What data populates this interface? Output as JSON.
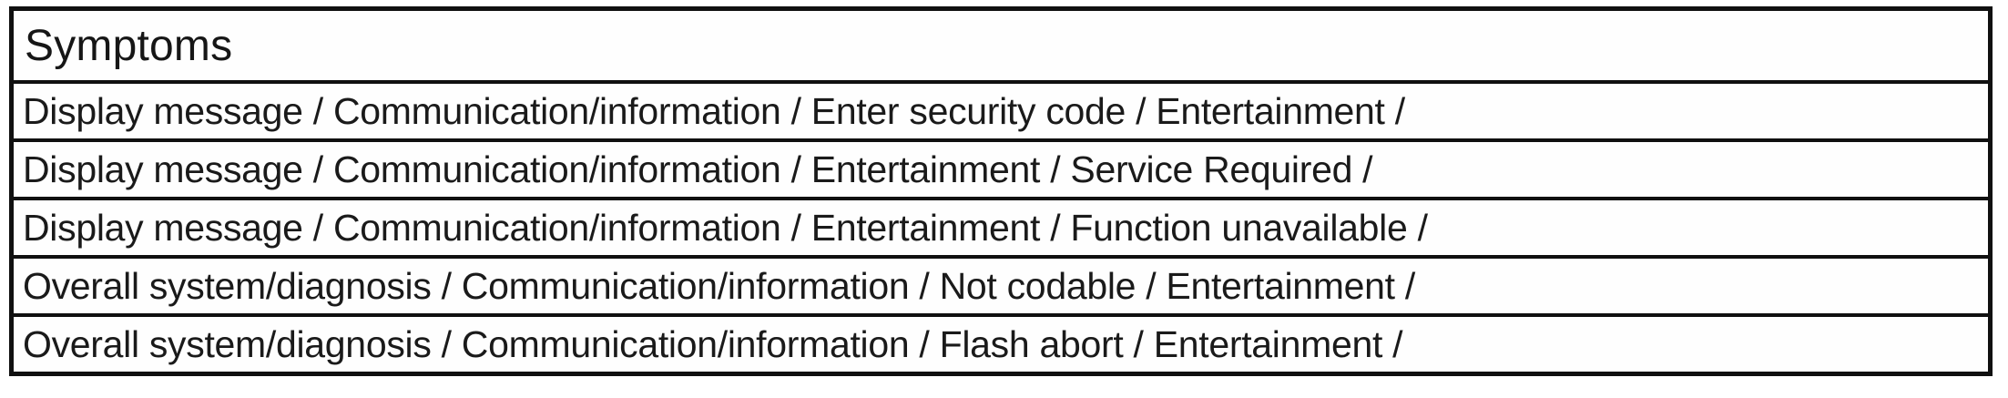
{
  "table": {
    "header": "Symptoms",
    "rows": [
      "Display message / Communication/information / Enter security code / Entertainment /",
      "Display message / Communication/information / Entertainment / Service Required /",
      "Display message / Communication/information / Entertainment / Function unavailable /",
      "Overall system/diagnosis / Communication/information / Not codable / Entertainment /",
      "Overall system/diagnosis / Communication/information / Flash abort / Entertainment /"
    ]
  },
  "colors": {
    "border": "#101010",
    "text": "#1a1a1a",
    "background": "#fefefe"
  }
}
